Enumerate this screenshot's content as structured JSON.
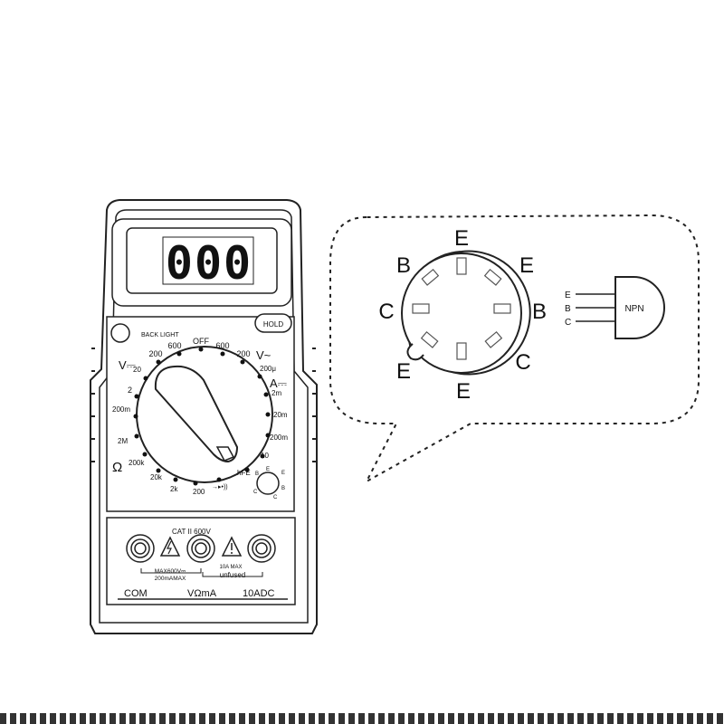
{
  "meter": {
    "display_value": "000",
    "backlight_label": "BACK LIGHT",
    "hold_label": "HOLD",
    "dial": {
      "off": "OFF",
      "dcv_symbol": "V⎓",
      "acv_symbol": "V~",
      "dca_symbol": "A⎓",
      "ohm_symbol": "Ω",
      "dcv_ranges": [
        "20",
        "200",
        "600",
        "2",
        "200m"
      ],
      "acv_ranges": [
        "600",
        "200"
      ],
      "dca_ranges": [
        "200μ",
        "2m",
        "20m",
        "200m",
        "10"
      ],
      "ohm_ranges": [
        "2M",
        "200k",
        "20k",
        "2k",
        "200"
      ],
      "hfe_label": "hFE",
      "diode_label": "→▸•))",
      "socket_pins": [
        "E",
        "B",
        "C",
        "B",
        "C"
      ]
    },
    "category": "CAT II 600V",
    "terminal_labels": [
      "COM",
      "VΩmA",
      "10ADC"
    ],
    "max_note_line1": "MAX600V⎓",
    "max_note_line2": "200mAMAX",
    "fuse_note_line1": "10A  MAX",
    "fuse_note_line2": "unfused"
  },
  "transistor_socket": {
    "pin_labels": [
      "E",
      "B",
      "E",
      "C",
      "B",
      "E",
      "C",
      "E"
    ]
  },
  "transistor_symbol": {
    "type": "NPN",
    "leads": [
      "E",
      "B",
      "C"
    ]
  }
}
